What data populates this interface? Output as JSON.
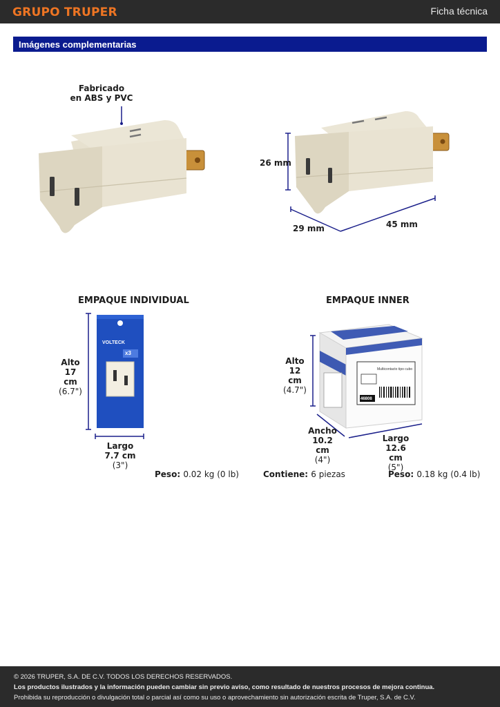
{
  "header": {
    "brand": "GRUPO TRUPER",
    "doc_type": "Ficha técnica"
  },
  "section": {
    "title": "Imágenes complementarias"
  },
  "product_view": {
    "material_label_line1": "Fabricado",
    "material_label_line2": "en ABS y PVC",
    "dim_height": "26 mm",
    "dim_depth": "29 mm",
    "dim_width": "45 mm"
  },
  "individual_pack": {
    "heading": "EMPAQUE INDIVIDUAL",
    "alto_label": "Alto",
    "alto_cm": "17 cm",
    "alto_in": "(6.7\")",
    "largo_label": "Largo",
    "largo_cm": "7.7 cm",
    "largo_in": "(3\")",
    "weight_label": "Peso:",
    "weight_value": "0.02 kg (0 lb)",
    "package_brand": "VOLTECK",
    "package_qty": "x3"
  },
  "inner_pack": {
    "heading": "EMPAQUE INNER",
    "alto_label": "Alto",
    "alto_cm": "12 cm",
    "alto_in": "(4.7\")",
    "ancho_label": "Ancho",
    "ancho_cm": "10.2 cm",
    "ancho_in": "(4\")",
    "largo_label": "Largo",
    "largo_cm": "12.6 cm",
    "largo_in": "(5\")",
    "contents_label": "Contiene:",
    "contents_value": "6 piezas",
    "weight_label": "Peso:",
    "weight_value": "0.18 kg (0.4 lb)",
    "box_code": "46808",
    "box_product": "Multicontacto tipo cubo"
  },
  "footer": {
    "copyright": "© 2026 TRUPER, S.A. DE C.V. TODOS LOS DERECHOS RESERVADOS.",
    "disclaimer": "Los productos ilustrados y la información pueden cambiar sin previo aviso, como resultado de nuestros procesos de mejora continua.",
    "prohibition": "Prohibida su reproducción o divulgación total o parcial así como su uso o aprovechamiento sin autorización escrita de Truper, S.A. de C.V."
  },
  "colors": {
    "brand_orange": "#ee7523",
    "section_blue": "#0a1b8f",
    "dimension_line": "#1a1f8a",
    "header_bg": "#2b2b2b"
  }
}
